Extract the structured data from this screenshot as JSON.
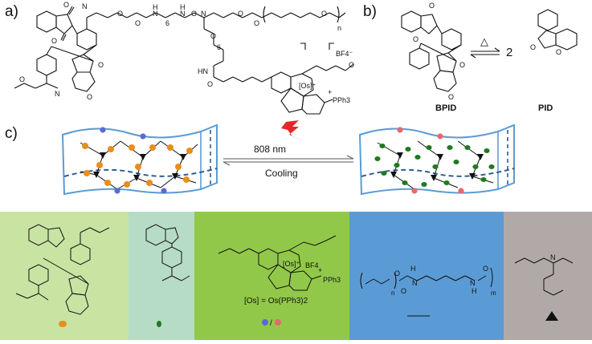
{
  "panels": {
    "a": "a)",
    "b": "b)",
    "c": "c)"
  },
  "panel_a": {
    "atoms": {
      "n_methyl_1": "N",
      "o1": "O",
      "o2": "O",
      "o3": "O",
      "o4": "O",
      "o5": "O",
      "hn1": "H",
      "hn1n": "N",
      "six1": "6",
      "hn2": "H",
      "hn2n": "N",
      "n_center": "N",
      "o6": "O",
      "o7": "O",
      "n_repeat": "n",
      "o8": "O",
      "n_left": "N",
      "o9": "O",
      "six2": "6",
      "hn3": "HN",
      "o10": "O",
      "o11": "O",
      "o12": "O",
      "bf4": "BF4⁻",
      "os": "[Os]⁺",
      "pph3": "PPh3",
      "plus": "+",
      "dk_o1": "O",
      "dk_o2": "O",
      "dk_o3": "O",
      "dk_o4": "O"
    }
  },
  "panel_b": {
    "delta": "△",
    "coefficient": "2",
    "bpid_label": "BPID",
    "pid_label": "PID",
    "o_labels": [
      "O",
      "O",
      "O",
      "O",
      "O",
      "O"
    ]
  },
  "panel_c": {
    "forward_label": "808 nm",
    "reverse_label": "Cooling"
  },
  "legend": {
    "colors": {
      "green_light": "#c9e3a3",
      "green_pale": "#b7dcc5",
      "green_mid": "#92c84a",
      "blue": "#5b9bd5",
      "gray": "#b0a9a8",
      "orange": "#e88e1c",
      "dark_green": "#1f7a1f",
      "net_blue": "#5b9bd5"
    },
    "box3_os_def": "[Os] = Os(PPh3)2",
    "box3_bf4": "BF4",
    "box3_os": "[Os]⁺",
    "box3_pph3": "PPh3",
    "box3_plus": "+",
    "box3_slash": "/",
    "box4_labels": {
      "h": "H",
      "n1": "N",
      "n2": "N",
      "h2": "H",
      "n_sub": "n",
      "m_sub": "m",
      "o1": "O",
      "o2": "O",
      "o3": "O"
    },
    "box5_n": "N"
  }
}
